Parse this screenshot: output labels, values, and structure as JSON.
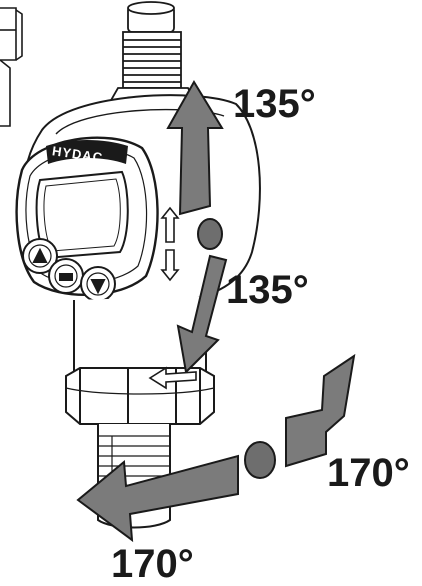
{
  "brand": {
    "logo_text": "HYDAC"
  },
  "rotations": {
    "top_label": "135°",
    "middle_label": "135°",
    "right_label": "170°",
    "bottom_label": "170°"
  },
  "colors": {
    "arrow_fill": "#7b7b7b",
    "outline": "#1a1a1a",
    "housing_fill": "#ffffff"
  }
}
